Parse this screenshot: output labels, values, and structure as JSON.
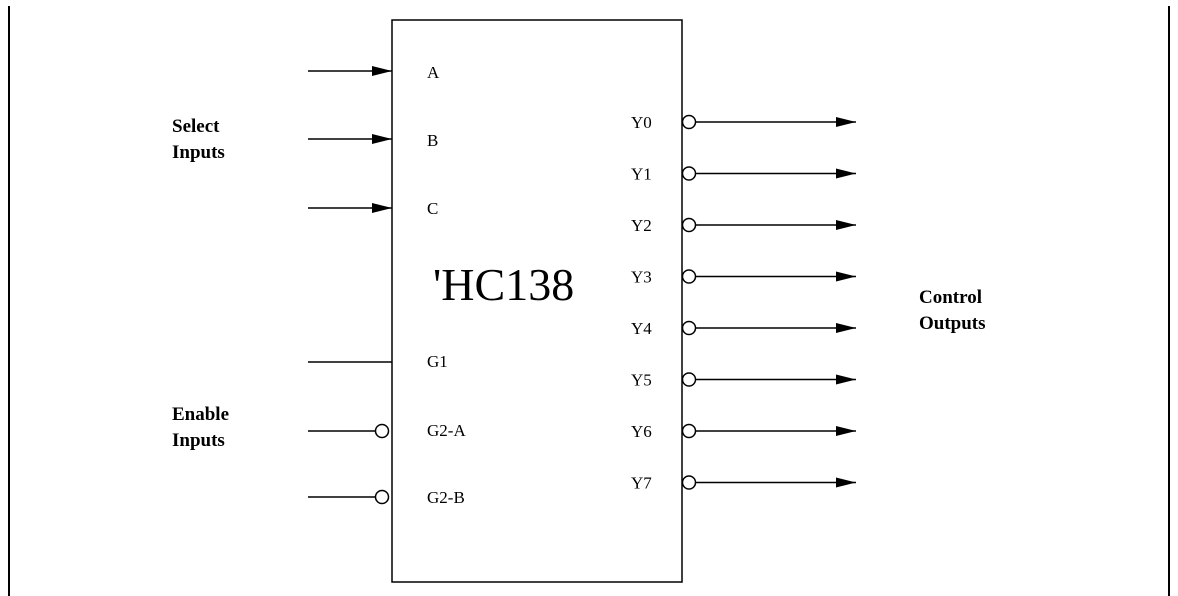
{
  "chip": {
    "name": "'HC138"
  },
  "groups": {
    "select": {
      "line1": "Select",
      "line2": "Inputs"
    },
    "enable": {
      "line1": "Enable",
      "line2": "Inputs"
    },
    "control": {
      "line1": "Control",
      "line2": "Outputs"
    }
  },
  "pins": {
    "A": "A",
    "B": "B",
    "C": "C",
    "G1": "G1",
    "G2A": "G2-A",
    "G2B": "G2-B",
    "outputs": [
      "Y0",
      "Y1",
      "Y2",
      "Y3",
      "Y4",
      "Y5",
      "Y6",
      "Y7"
    ]
  }
}
